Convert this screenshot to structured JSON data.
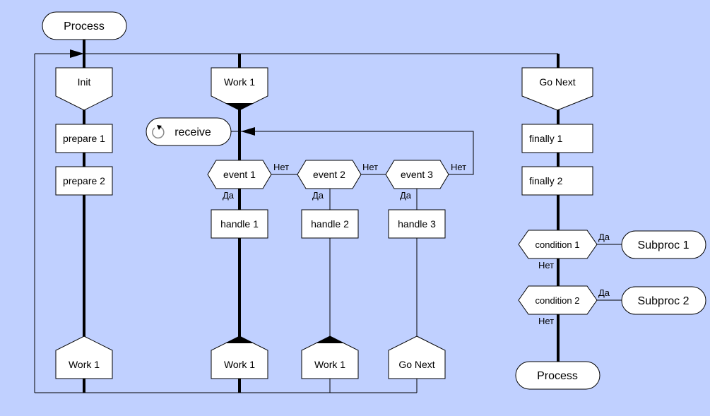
{
  "diagram": {
    "title": "Process",
    "start": {
      "label": "Process"
    },
    "end": {
      "label": "Process"
    },
    "branches": {
      "init": {
        "header": "Init",
        "actions": [
          "prepare 1",
          "prepare 2"
        ],
        "footer": "Work 1"
      },
      "work1": {
        "header": "Work 1",
        "wait": "receive",
        "events": [
          {
            "label": "event 1",
            "yes": "Да",
            "no": "Нет",
            "handler": "handle 1",
            "footer": "Work 1"
          },
          {
            "label": "event 2",
            "yes": "Да",
            "no": "Нет",
            "handler": "handle 2",
            "footer": "Work 1"
          },
          {
            "label": "event 3",
            "yes": "Да",
            "no": "Нет",
            "handler": "handle 3",
            "footer": "Go Next"
          }
        ]
      },
      "go_next": {
        "header": "Go Next",
        "actions": [
          "finally 1",
          "finally 2"
        ],
        "conditions": [
          {
            "label": "condition 1",
            "yes": "Да",
            "no": "Нет",
            "target": "Subproc 1"
          },
          {
            "label": "condition 2",
            "yes": "Да",
            "no": "Нет",
            "target": "Subproc 2"
          }
        ]
      }
    },
    "colors": {
      "background": "#c0d0ff",
      "shape_fill": "#ffffff",
      "stroke": "#000000"
    }
  }
}
